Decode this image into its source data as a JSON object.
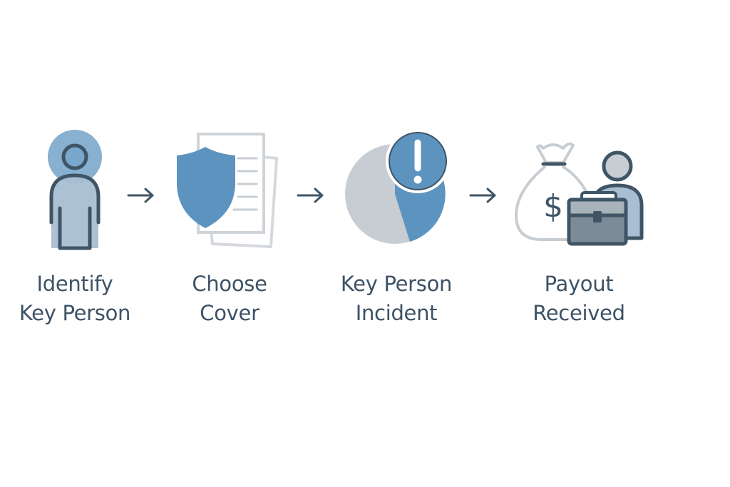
{
  "colors": {
    "dark_slate": "#3f5566",
    "mid_blue": "#5d93bf",
    "light_blue": "#a9bed2",
    "gray": "#c7cdd2",
    "light_gray": "#d5d9dd",
    "text": "#3c5266"
  },
  "steps": [
    {
      "icon": "person-icon",
      "label_lines": [
        "Identify",
        "Key Person"
      ]
    },
    {
      "icon": "shield-document-icon",
      "label_lines": [
        "Choose",
        "Cover"
      ]
    },
    {
      "icon": "pie-alert-icon",
      "label_lines": [
        "Key Person",
        "Incident"
      ]
    },
    {
      "icon": "money-bag-briefcase-icon",
      "label_lines": [
        "Payout",
        "Received"
      ]
    }
  ],
  "connectors": [
    {
      "icon": "arrow-right-icon"
    },
    {
      "icon": "arrow-right-icon"
    },
    {
      "icon": "arrow-right-icon"
    }
  ]
}
